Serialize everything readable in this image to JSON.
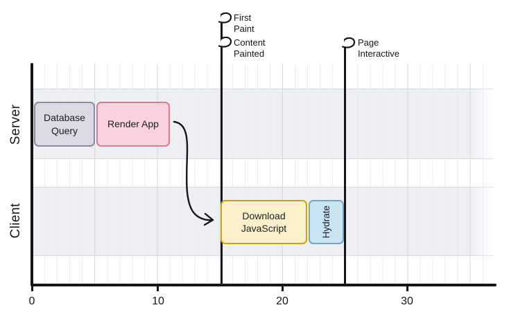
{
  "chart_data": {
    "type": "bar",
    "subtype": "gantt-timeline",
    "title": "",
    "xlabel": "",
    "ylabel": "",
    "xlim": [
      0,
      37
    ],
    "xticks": [
      "0",
      "10",
      "20",
      "30"
    ],
    "grid": "vertical minor every 1 unit, major every 5 units",
    "legend": "none",
    "lanes": [
      {
        "name": "Server",
        "tasks": [
          {
            "label": "Database Query",
            "start": 0,
            "end": 5,
            "fill": "#dcd9e4",
            "border": "#8d8a9c"
          },
          {
            "label": "Render App",
            "start": 5,
            "end": 11,
            "fill": "#f9d2dd",
            "border": "#d27d94"
          }
        ]
      },
      {
        "name": "Client",
        "tasks": [
          {
            "label": "Download JavaScript",
            "start": 15,
            "end": 22,
            "fill": "#faf1ca",
            "border": "#c9a702"
          },
          {
            "label": "Hydrate",
            "start": 22,
            "end": 25,
            "fill": "#c9e5f4",
            "border": "#74a6c1",
            "text_rotation": -90
          }
        ]
      }
    ],
    "markers": [
      {
        "label": "First\nPaint",
        "time": 15
      },
      {
        "label": "Content\nPainted",
        "time": 15
      },
      {
        "label": "Page\nInteractive",
        "time": 25
      }
    ],
    "arrow": {
      "from": "Render App",
      "to": "Download JavaScript"
    },
    "colors": {
      "band": "#edeff3",
      "axis": "#15151b",
      "grid_minor": "#ebebf0",
      "grid_major": "#d9dae2"
    }
  }
}
